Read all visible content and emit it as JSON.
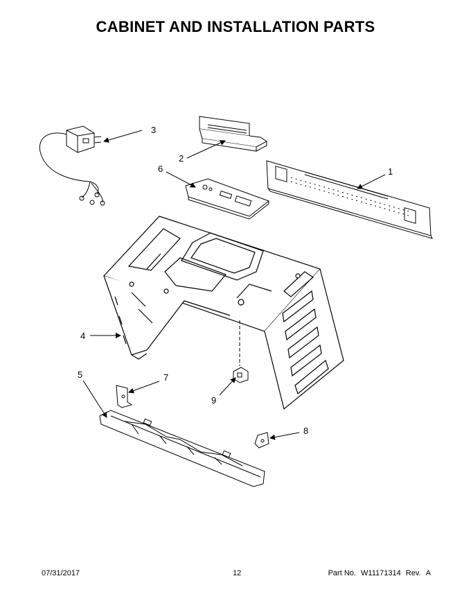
{
  "page": {
    "title": "CABINET AND INSTALLATION PARTS"
  },
  "callouts": {
    "c1": "1",
    "c2": "2",
    "c3": "3",
    "c4": "4",
    "c5": "5",
    "c6": "6",
    "c7": "7",
    "c8": "8",
    "c9": "9"
  },
  "footer": {
    "date": "07/31/2017",
    "page_number": "12",
    "part_label": "Part No.",
    "part_number": "W11171314",
    "rev_label": "Rev.",
    "rev_value": "A"
  }
}
